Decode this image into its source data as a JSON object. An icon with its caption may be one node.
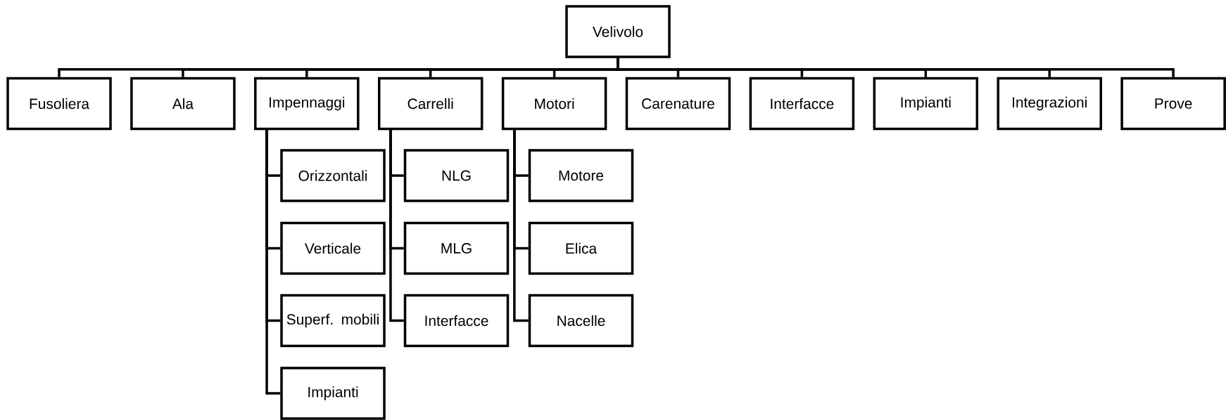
{
  "diagram": {
    "nodes": [
      {
        "text": [
          "Velivolo"
        ]
      },
      {
        "text": [
          "Fusoliera"
        ]
      },
      {
        "text": [
          "Ala"
        ]
      },
      {
        "text": [
          "Impennaggi"
        ]
      },
      {
        "text": [
          "Carrelli"
        ]
      },
      {
        "text": [
          "Motori"
        ]
      },
      {
        "text": [
          "Carenature"
        ]
      },
      {
        "text": [
          "Interfacce"
        ]
      },
      {
        "text": [
          "Impianti"
        ]
      },
      {
        "text": [
          "Integrazioni"
        ]
      },
      {
        "text": [
          "Prove"
        ]
      },
      {
        "text": [
          "Orizzontali"
        ]
      },
      {
        "text": [
          "Verticale"
        ]
      },
      {
        "text": [
          "Superf. mobili"
        ]
      },
      {
        "text": [
          "Impianti"
        ]
      },
      {
        "text": [
          "NLG"
        ]
      },
      {
        "text": [
          "MLG"
        ]
      },
      {
        "text": [
          "Interfacce"
        ]
      },
      {
        "text": [
          "Motore"
        ]
      },
      {
        "text": [
          "Elica"
        ]
      },
      {
        "text": [
          "Nacelle"
        ]
      }
    ],
    "edges": [
      {
        "from": 0,
        "to": 1,
        "arrow": "none"
      },
      {
        "from": 0,
        "to": 2,
        "arrow": "none"
      },
      {
        "from": 0,
        "to": 3,
        "arrow": "none"
      },
      {
        "from": 0,
        "to": 4,
        "arrow": "none"
      },
      {
        "from": 0,
        "to": 5,
        "arrow": "none"
      },
      {
        "from": 0,
        "to": 6,
        "arrow": "none"
      },
      {
        "from": 0,
        "to": 7,
        "arrow": "none"
      },
      {
        "from": 0,
        "to": 8,
        "arrow": "none"
      },
      {
        "from": 0,
        "to": 9,
        "arrow": "none"
      },
      {
        "from": 0,
        "to": 10,
        "arrow": "none"
      },
      {
        "from": 3,
        "to": 11,
        "arrow": "none"
      },
      {
        "from": 3,
        "to": 12,
        "arrow": "none"
      },
      {
        "from": 3,
        "to": 13,
        "arrow": "none"
      },
      {
        "from": 3,
        "to": 14,
        "arrow": "none"
      },
      {
        "from": 4,
        "to": 15,
        "arrow": "none"
      },
      {
        "from": 4,
        "to": 16,
        "arrow": "none"
      },
      {
        "from": 4,
        "to": 17,
        "arrow": "none"
      },
      {
        "from": 5,
        "to": 18,
        "arrow": "none"
      },
      {
        "from": 5,
        "to": 19,
        "arrow": "none"
      },
      {
        "from": 5,
        "to": 20,
        "arrow": "none"
      }
    ]
  }
}
